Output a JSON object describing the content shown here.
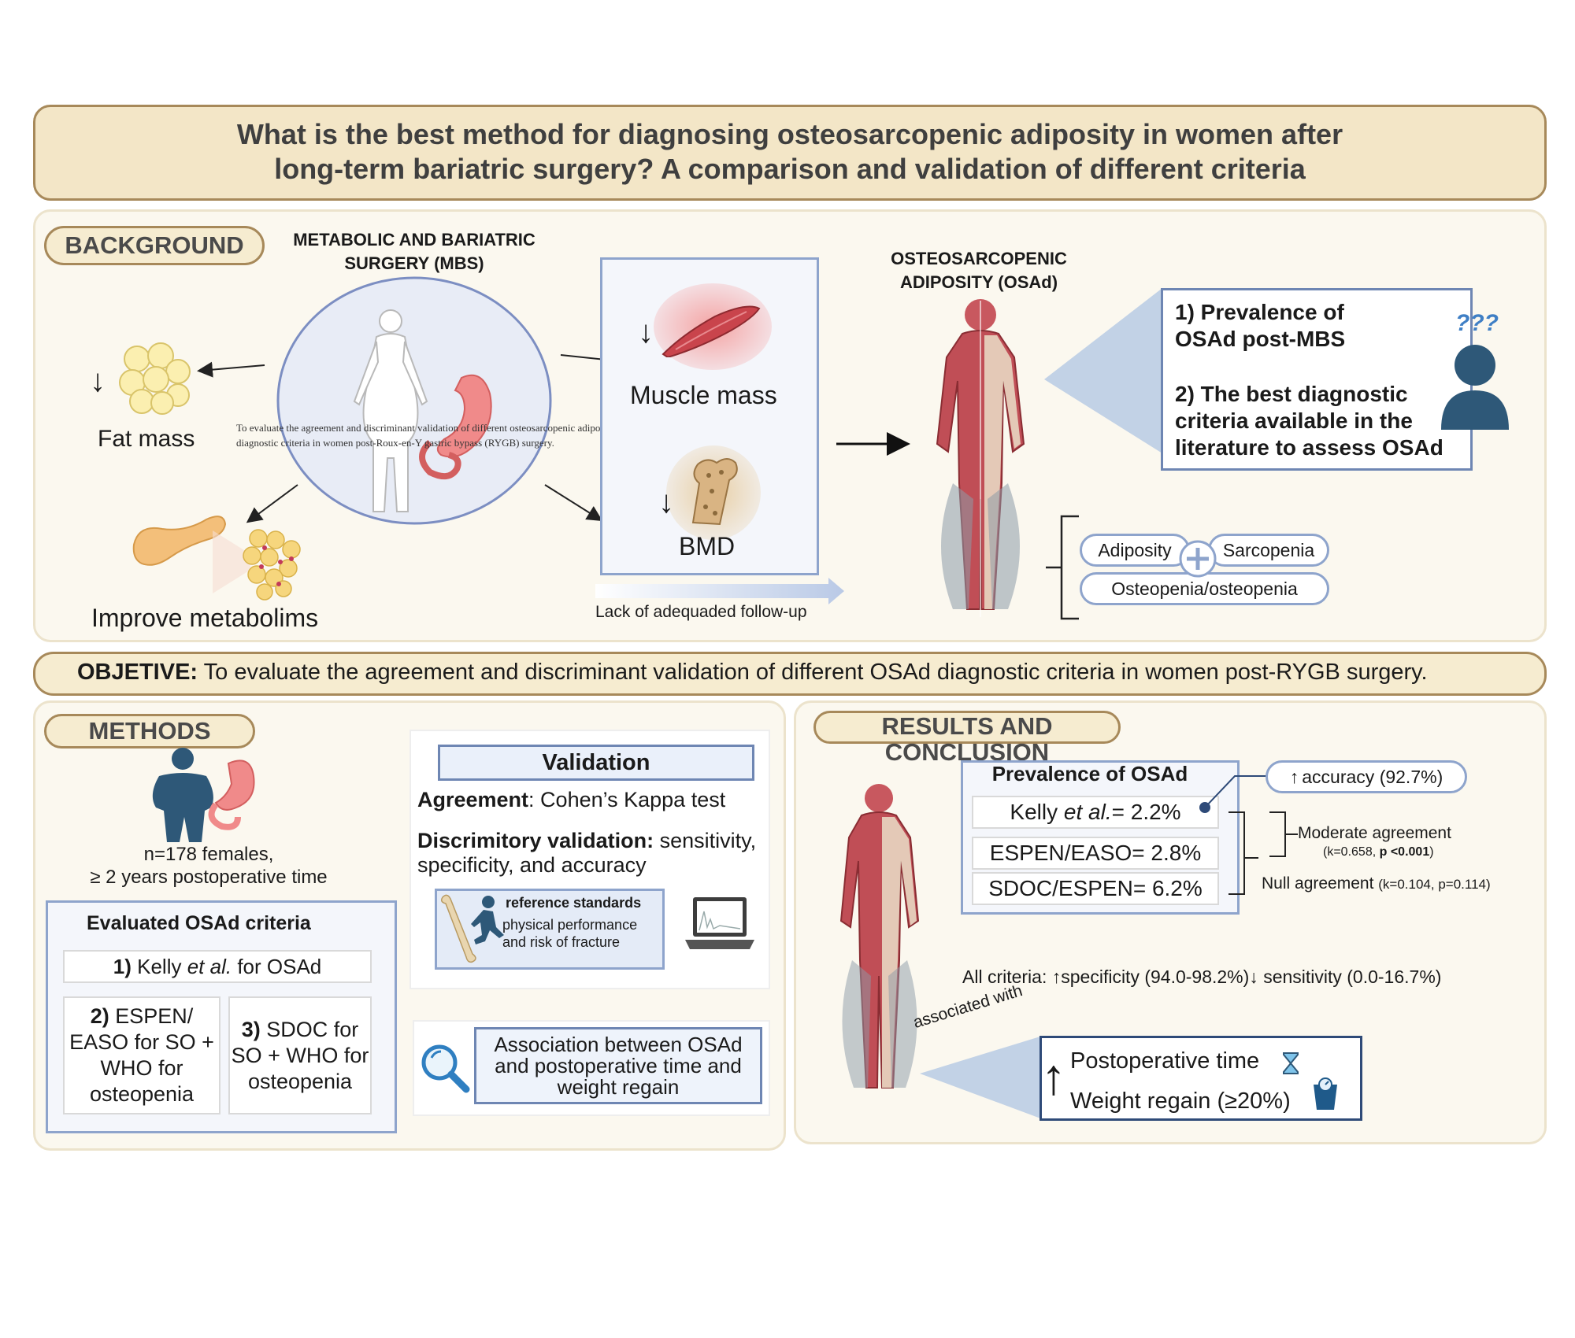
{
  "title": {
    "line1": "What is the best method for diagnosing osteosarcopenic  adiposity in women after",
    "line2": "long-term bariatric surgery? A  comparison and validation of different criteria"
  },
  "background": {
    "label": "BACKGROUND",
    "mbs_title": "METABOLIC AND BARIATRIC SURGERY (MBS)",
    "mbs_overlay_line1": "To evaluate the agreement and discriminant validation of different osteosarcopenic adiposity (OSAd)",
    "mbs_overlay_line2": "diagnostic criteria in women post-Roux-en-Y gastric bypass (RYGB) surgery.",
    "fat_mass": "Fat mass",
    "improve": "Improve metabolims",
    "muscle_mass": "Muscle mass",
    "bmd": "BMD",
    "followup": "Lack of adequaded follow-up",
    "osad_title": "OSTEOSARCOPENIC ADIPOSITY (OSAd)",
    "question1": "1) Prevalence of OSAd post-MBS",
    "question2": "2) The best diagnostic criteria available in the literature to assess OSAd",
    "question_marks": "???",
    "adiposity": "Adiposity",
    "sarcopenia": "Sarcopenia",
    "osteopenia": "Osteopenia/osteopenia",
    "colors": {
      "accent_blue": "#8ea4cc",
      "panel": "#fbf8ef",
      "pill": "#f6ecd0",
      "pill_border": "#a7895a",
      "person": "#2e5878"
    }
  },
  "objective": {
    "label": "OBJETIVE:",
    "text": "To evaluate the agreement and discriminant validation of different OSAd diagnostic criteria in women post-RYGB surgery."
  },
  "methods": {
    "label": "METHODS",
    "sample": "n=178 females,",
    "time": "≥  2 years postoperative time",
    "criteria_title": "Evaluated OSAd criteria",
    "crit1_num": "1)",
    "crit1_a": "Kelly",
    "crit1_b": "et al.",
    "crit1_c": "for OSAd",
    "crit2_num": "2)",
    "crit2_text": "ESPEN/ EASO for SO + WHO for osteopenia",
    "crit3_num": "3)",
    "crit3_text": "SDOC for SO + WHO for osteopenia",
    "validation_title": "Validation",
    "agreement_label": "Agreement",
    "agreement_text": ": Cohen’s Kappa test",
    "discrim_label": "Discrimitory validation:",
    "discrim_text": " sensitivity, specificity, and accuracy",
    "ref_title": "reference standards",
    "ref_text": "physical performance and risk of fracture",
    "association": "Association between OSAd and postoperative time and weight regain"
  },
  "results": {
    "label": "RESULTS AND CONCLUSION",
    "prevalence_title": "Prevalence of OSAd",
    "kelly_a": "Kelly",
    "kelly_b": "et al.",
    "kelly_c": "= 2.2%",
    "espen": "ESPEN/EASO= 2.8%",
    "sdoc": "SDOC/ESPEN= 6.2%",
    "accuracy": "accuracy (92.7%)",
    "moderate": "Moderate agreement",
    "moderate_stats_a": "(k=0.658, ",
    "moderate_stats_b": "p <0.001",
    "moderate_stats_c": ")",
    "null_a": "Null agreement",
    "null_b": "(k=0.104, p=0.114)",
    "all_criteria_a": "All criteria:",
    "all_criteria_b": "specificity (94.0-98.2%)",
    "all_criteria_c": "sensitivity (0.0-16.7%)",
    "associated": "associated with",
    "postop_time": "Postoperative time",
    "weight_regain": "Weight regain (≥20%)"
  }
}
